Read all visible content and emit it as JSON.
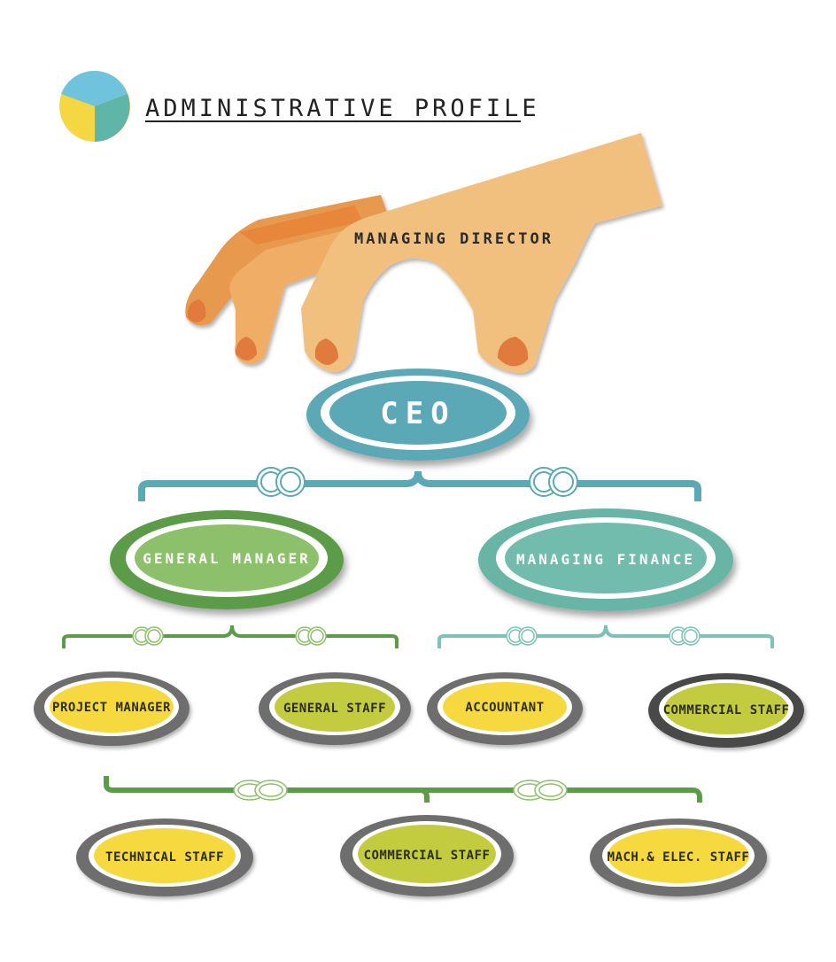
{
  "title": "ADMINISTRATIVE PROFILE",
  "colors": {
    "logo_blue": "#6fc3dc",
    "logo_yellow": "#f5d743",
    "logo_teal": "#5fb5a8",
    "hand_skin": "#f2c07e",
    "hand_skin_dark": "#e79a4e",
    "hand_nail": "#e07a3c",
    "ceo_blue": "#5ba8b6",
    "gm_green": "#5c9c48",
    "gm_fill": "#8cc06a",
    "finance_teal": "#67b5a6",
    "finance_fill": "#72bcae",
    "staff_yellow": "#f6d93f",
    "staff_olive": "#c3cc3e",
    "ring_gray": "#6e6e6e",
    "ring_dark": "#4a4a4a"
  },
  "nodes": {
    "managing_director": "MANAGING DIRECTOR",
    "ceo": "CEO",
    "general_manager": "GENERAL MANAGER",
    "managing_finance": "MANAGING FINANCE",
    "project_manager": "PROJECT MANAGER",
    "general_staff": "GENERAL STAFF",
    "accountant": "ACCOUNTANT",
    "commercial_staff_finance": "COMMERCIAL STAFF",
    "technical_staff": "TECHNICAL STAFF",
    "commercial_staff": "COMMERCIAL STAFF",
    "mech_elec_staff": "MACH.& ELEC. STAFF"
  },
  "icons": {
    "logo": "pie-logo-icon",
    "hand": "hand-icon",
    "connector": "linked-rings-icon"
  }
}
